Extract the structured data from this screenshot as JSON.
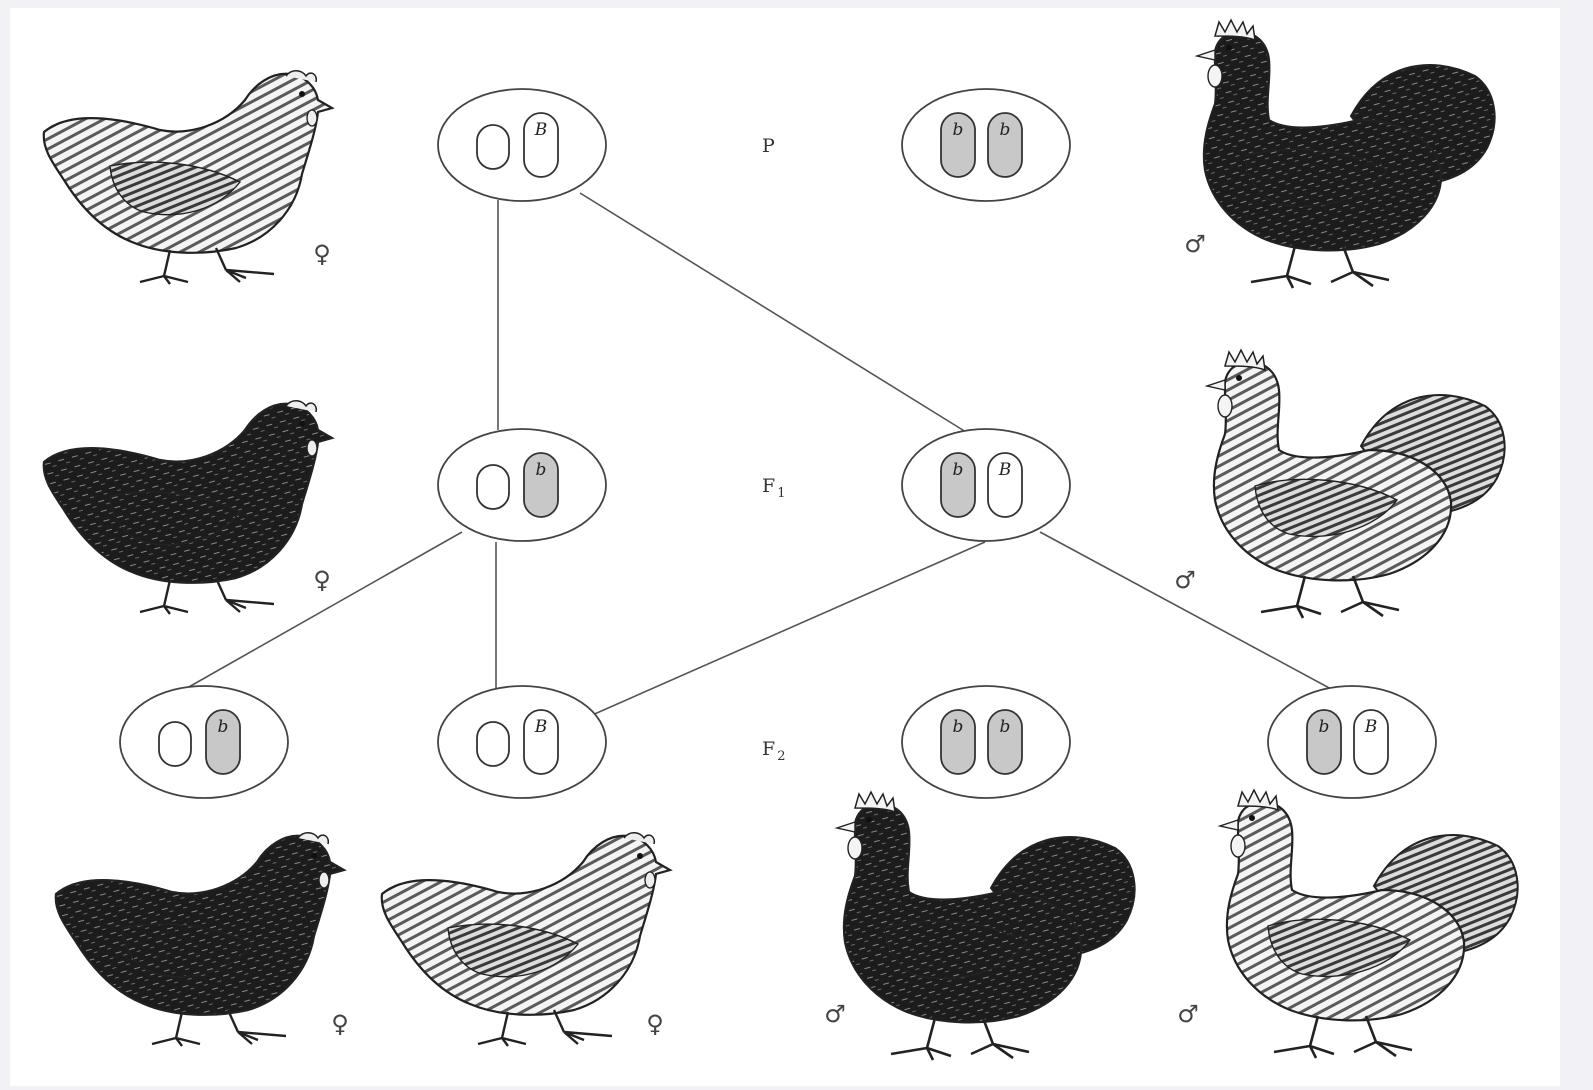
{
  "generations": [
    {
      "id": "P",
      "label": "P"
    },
    {
      "id": "F1",
      "label": "F",
      "sub": "1"
    },
    {
      "id": "F2",
      "label": "F",
      "sub": "2"
    }
  ],
  "cells": [
    {
      "id": "p-female",
      "generation": "P",
      "left": {
        "type": "empty",
        "allele": ""
      },
      "right": {
        "type": "open",
        "allele": "B"
      }
    },
    {
      "id": "p-male",
      "generation": "P",
      "left": {
        "type": "shaded",
        "allele": "b"
      },
      "right": {
        "type": "shaded",
        "allele": "b"
      }
    },
    {
      "id": "f1-female",
      "generation": "F1",
      "left": {
        "type": "empty",
        "allele": ""
      },
      "right": {
        "type": "shaded",
        "allele": "b"
      }
    },
    {
      "id": "f1-male",
      "generation": "F1",
      "left": {
        "type": "shaded",
        "allele": "b"
      },
      "right": {
        "type": "open",
        "allele": "B"
      }
    },
    {
      "id": "f2-female-black",
      "generation": "F2",
      "left": {
        "type": "empty",
        "allele": ""
      },
      "right": {
        "type": "shaded",
        "allele": "b"
      }
    },
    {
      "id": "f2-female-barred",
      "generation": "F2",
      "left": {
        "type": "empty",
        "allele": ""
      },
      "right": {
        "type": "open",
        "allele": "B"
      }
    },
    {
      "id": "f2-male-black",
      "generation": "F2",
      "left": {
        "type": "shaded",
        "allele": "b"
      },
      "right": {
        "type": "shaded",
        "allele": "b"
      }
    },
    {
      "id": "f2-male-barred",
      "generation": "F2",
      "left": {
        "type": "shaded",
        "allele": "b"
      },
      "right": {
        "type": "open",
        "allele": "B"
      }
    }
  ],
  "connections": [
    [
      "p-female",
      "f1-female"
    ],
    [
      "p-female",
      "f1-male"
    ],
    [
      "f1-female",
      "f2-female-black"
    ],
    [
      "f1-female",
      "f2-female-barred"
    ],
    [
      "f1-male",
      "f2-female-barred"
    ],
    [
      "f1-male",
      "f2-male-barred"
    ]
  ],
  "birds": [
    {
      "id": "p-hen-barred",
      "sex": "female",
      "plumage": "barred",
      "sex_symbol": "♀"
    },
    {
      "id": "p-rooster-black",
      "sex": "male",
      "plumage": "black",
      "sex_symbol": "♂"
    },
    {
      "id": "f1-hen-black",
      "sex": "female",
      "plumage": "black",
      "sex_symbol": "♀"
    },
    {
      "id": "f1-rooster-barred",
      "sex": "male",
      "plumage": "barred",
      "sex_symbol": "♂"
    },
    {
      "id": "f2-hen-black",
      "sex": "female",
      "plumage": "black",
      "sex_symbol": "♀"
    },
    {
      "id": "f2-hen-barred",
      "sex": "female",
      "plumage": "barred",
      "sex_symbol": "♀"
    },
    {
      "id": "f2-rooster-black",
      "sex": "male",
      "plumage": "black",
      "sex_symbol": "♂"
    },
    {
      "id": "f2-rooster-barred",
      "sex": "male",
      "plumage": "barred",
      "sex_symbol": "♂"
    }
  ],
  "colors": {
    "background": "#f2f2f6",
    "paper": "#ffffff",
    "line": "#555555",
    "shaded_chromosome": "#c8c8c8",
    "black_plumage": "#1c1c1c",
    "barred_light": "#f4f4f4",
    "barred_stripe": "#5a5a5a"
  }
}
